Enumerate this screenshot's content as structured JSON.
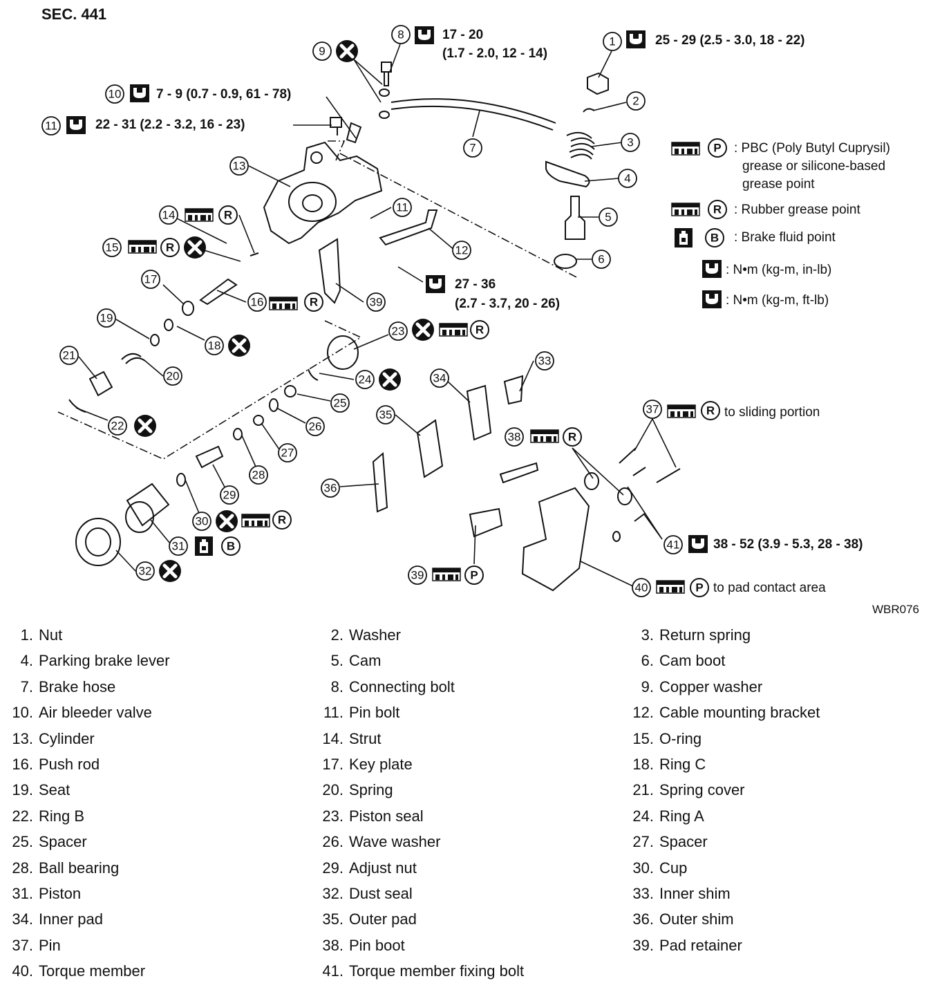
{
  "header": {
    "section": "SEC. 441",
    "figure_id": "WBR076"
  },
  "torque_specs": {
    "t1": "25 - 29 (2.5 - 3.0, 18 - 22)",
    "t8a": "17 - 20",
    "t8b": "(1.7 - 2.0, 12 - 14)",
    "t10": "7 - 9 (0.7 - 0.9, 61 - 78)",
    "t11": "22 - 31 (2.2 - 3.2, 16 - 23)",
    "t12a": "27 - 36",
    "t12b": "(2.7 - 3.7, 20 - 26)",
    "t41": "38 - 52 (3.9 - 5.3, 28 - 38)"
  },
  "callout_notes": {
    "n37": "to sliding portion",
    "n40": "to pad contact area"
  },
  "legend": {
    "pbc_1": ": PBC (Poly Butyl Cuprysil)",
    "pbc_2": "grease or silicone-based",
    "pbc_3": "grease point",
    "rubber": ": Rubber grease point",
    "fluid": ": Brake fluid point",
    "inlb": ":  N•m (kg-m, in-lb)",
    "ftlb": ":  N•m (kg-m, ft-lb)"
  },
  "symbols": {
    "P": "P",
    "R": "R",
    "B": "B"
  },
  "callouts": [
    "1",
    "2",
    "3",
    "4",
    "5",
    "6",
    "7",
    "8",
    "9",
    "10",
    "11",
    "12",
    "13",
    "14",
    "15",
    "16",
    "17",
    "18",
    "19",
    "20",
    "21",
    "22",
    "23",
    "24",
    "25",
    "26",
    "27",
    "28",
    "29",
    "30",
    "31",
    "32",
    "33",
    "34",
    "35",
    "36",
    "37",
    "38",
    "39",
    "40",
    "41"
  ],
  "parts": [
    {
      "n": "1.",
      "name": "Nut"
    },
    {
      "n": "2.",
      "name": "Washer"
    },
    {
      "n": "3.",
      "name": "Return spring"
    },
    {
      "n": "4.",
      "name": "Parking brake lever"
    },
    {
      "n": "5.",
      "name": "Cam"
    },
    {
      "n": "6.",
      "name": "Cam boot"
    },
    {
      "n": "7.",
      "name": "Brake hose"
    },
    {
      "n": "8.",
      "name": "Connecting bolt"
    },
    {
      "n": "9.",
      "name": "Copper washer"
    },
    {
      "n": "10.",
      "name": "Air bleeder valve"
    },
    {
      "n": "11.",
      "name": "Pin bolt"
    },
    {
      "n": "12.",
      "name": "Cable mounting bracket"
    },
    {
      "n": "13.",
      "name": "Cylinder"
    },
    {
      "n": "14.",
      "name": "Strut"
    },
    {
      "n": "15.",
      "name": "O-ring"
    },
    {
      "n": "16.",
      "name": "Push rod"
    },
    {
      "n": "17.",
      "name": "Key plate"
    },
    {
      "n": "18.",
      "name": "Ring C"
    },
    {
      "n": "19.",
      "name": "Seat"
    },
    {
      "n": "20.",
      "name": "Spring"
    },
    {
      "n": "21.",
      "name": "Spring cover"
    },
    {
      "n": "22.",
      "name": "Ring B"
    },
    {
      "n": "23.",
      "name": "Piston seal"
    },
    {
      "n": "24.",
      "name": "Ring A"
    },
    {
      "n": "25.",
      "name": "Spacer"
    },
    {
      "n": "26.",
      "name": "Wave washer"
    },
    {
      "n": "27.",
      "name": "Spacer"
    },
    {
      "n": "28.",
      "name": "Ball bearing"
    },
    {
      "n": "29.",
      "name": "Adjust nut"
    },
    {
      "n": "30.",
      "name": "Cup"
    },
    {
      "n": "31.",
      "name": "Piston"
    },
    {
      "n": "32.",
      "name": "Dust seal"
    },
    {
      "n": "33.",
      "name": "Inner shim"
    },
    {
      "n": "34.",
      "name": "Inner pad"
    },
    {
      "n": "35.",
      "name": "Outer pad"
    },
    {
      "n": "36.",
      "name": "Outer shim"
    },
    {
      "n": "37.",
      "name": "Pin"
    },
    {
      "n": "38.",
      "name": "Pin boot"
    },
    {
      "n": "39.",
      "name": "Pad retainer"
    },
    {
      "n": "40.",
      "name": "Torque member"
    },
    {
      "n": "41.",
      "name": "Torque member fixing bolt"
    }
  ]
}
